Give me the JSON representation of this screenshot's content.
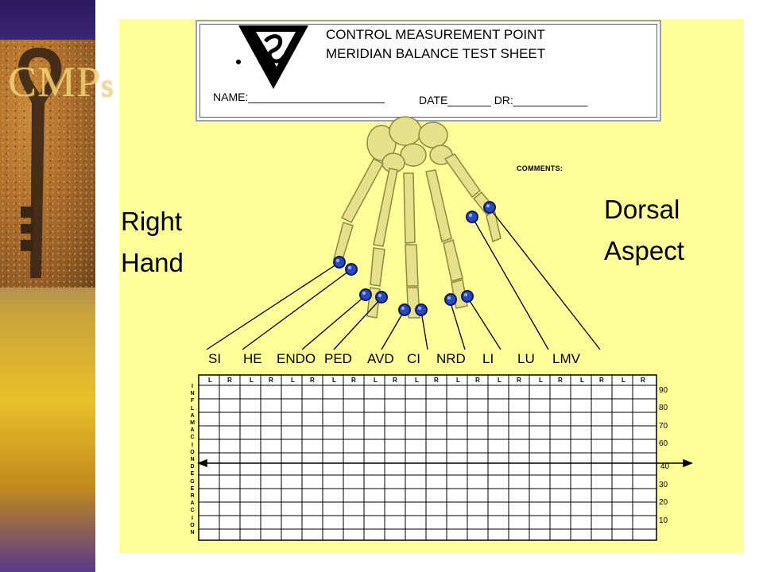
{
  "slide": {
    "title_main": "CMP",
    "title_suffix": "s"
  },
  "header": {
    "title_line1": "CONTROL MEASUREMENT POINT",
    "title_line2": "MERIDIAN BALANCE TEST SHEET",
    "name_label": "NAME:______________________",
    "date_label": "DATE_______ DR:____________"
  },
  "labels": {
    "right_hand_1": "Right",
    "right_hand_2": "Hand",
    "dorsal_1": "Dorsal",
    "dorsal_2": "Aspect",
    "comments": "COMMENTS:"
  },
  "meridians": [
    "SI",
    "HE",
    "ENDO",
    "PED",
    "AVD",
    "CI",
    "NRD",
    "LI",
    "LU",
    "LMV"
  ],
  "grid": {
    "column_pair": [
      "L",
      "R"
    ],
    "side_letters": [
      "I",
      "N",
      "F",
      "L",
      "A",
      "M",
      "A",
      "C",
      "I",
      "O",
      "N",
      "D",
      "E",
      "G",
      "E",
      "R",
      "A",
      "C",
      "I",
      "O",
      "N"
    ],
    "scale": [
      "90",
      "80",
      "70",
      "60",
      "40",
      "30",
      "20",
      "10"
    ]
  },
  "colors": {
    "sheet": "#ffff99",
    "marker": "#1a3a9a",
    "bone": "#e6e08a"
  }
}
